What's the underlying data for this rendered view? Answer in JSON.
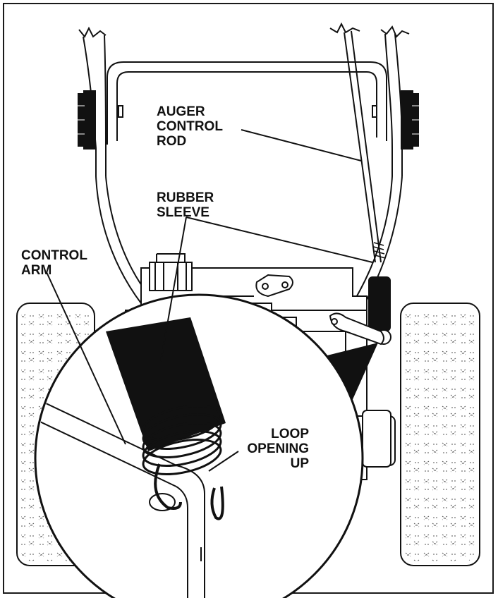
{
  "labels": {
    "auger_control_rod": [
      "AUGER",
      "CONTROL",
      "ROD"
    ],
    "rubber_sleeve": [
      "RUBBER",
      "SLEEVE"
    ],
    "control_arm": [
      "CONTROL",
      "ARM"
    ],
    "loop_opening_up": [
      "LOOP",
      "OPENING",
      "UP"
    ]
  },
  "colors": {
    "ink": "#111111",
    "background": "#ffffff",
    "tread": "#555555"
  }
}
